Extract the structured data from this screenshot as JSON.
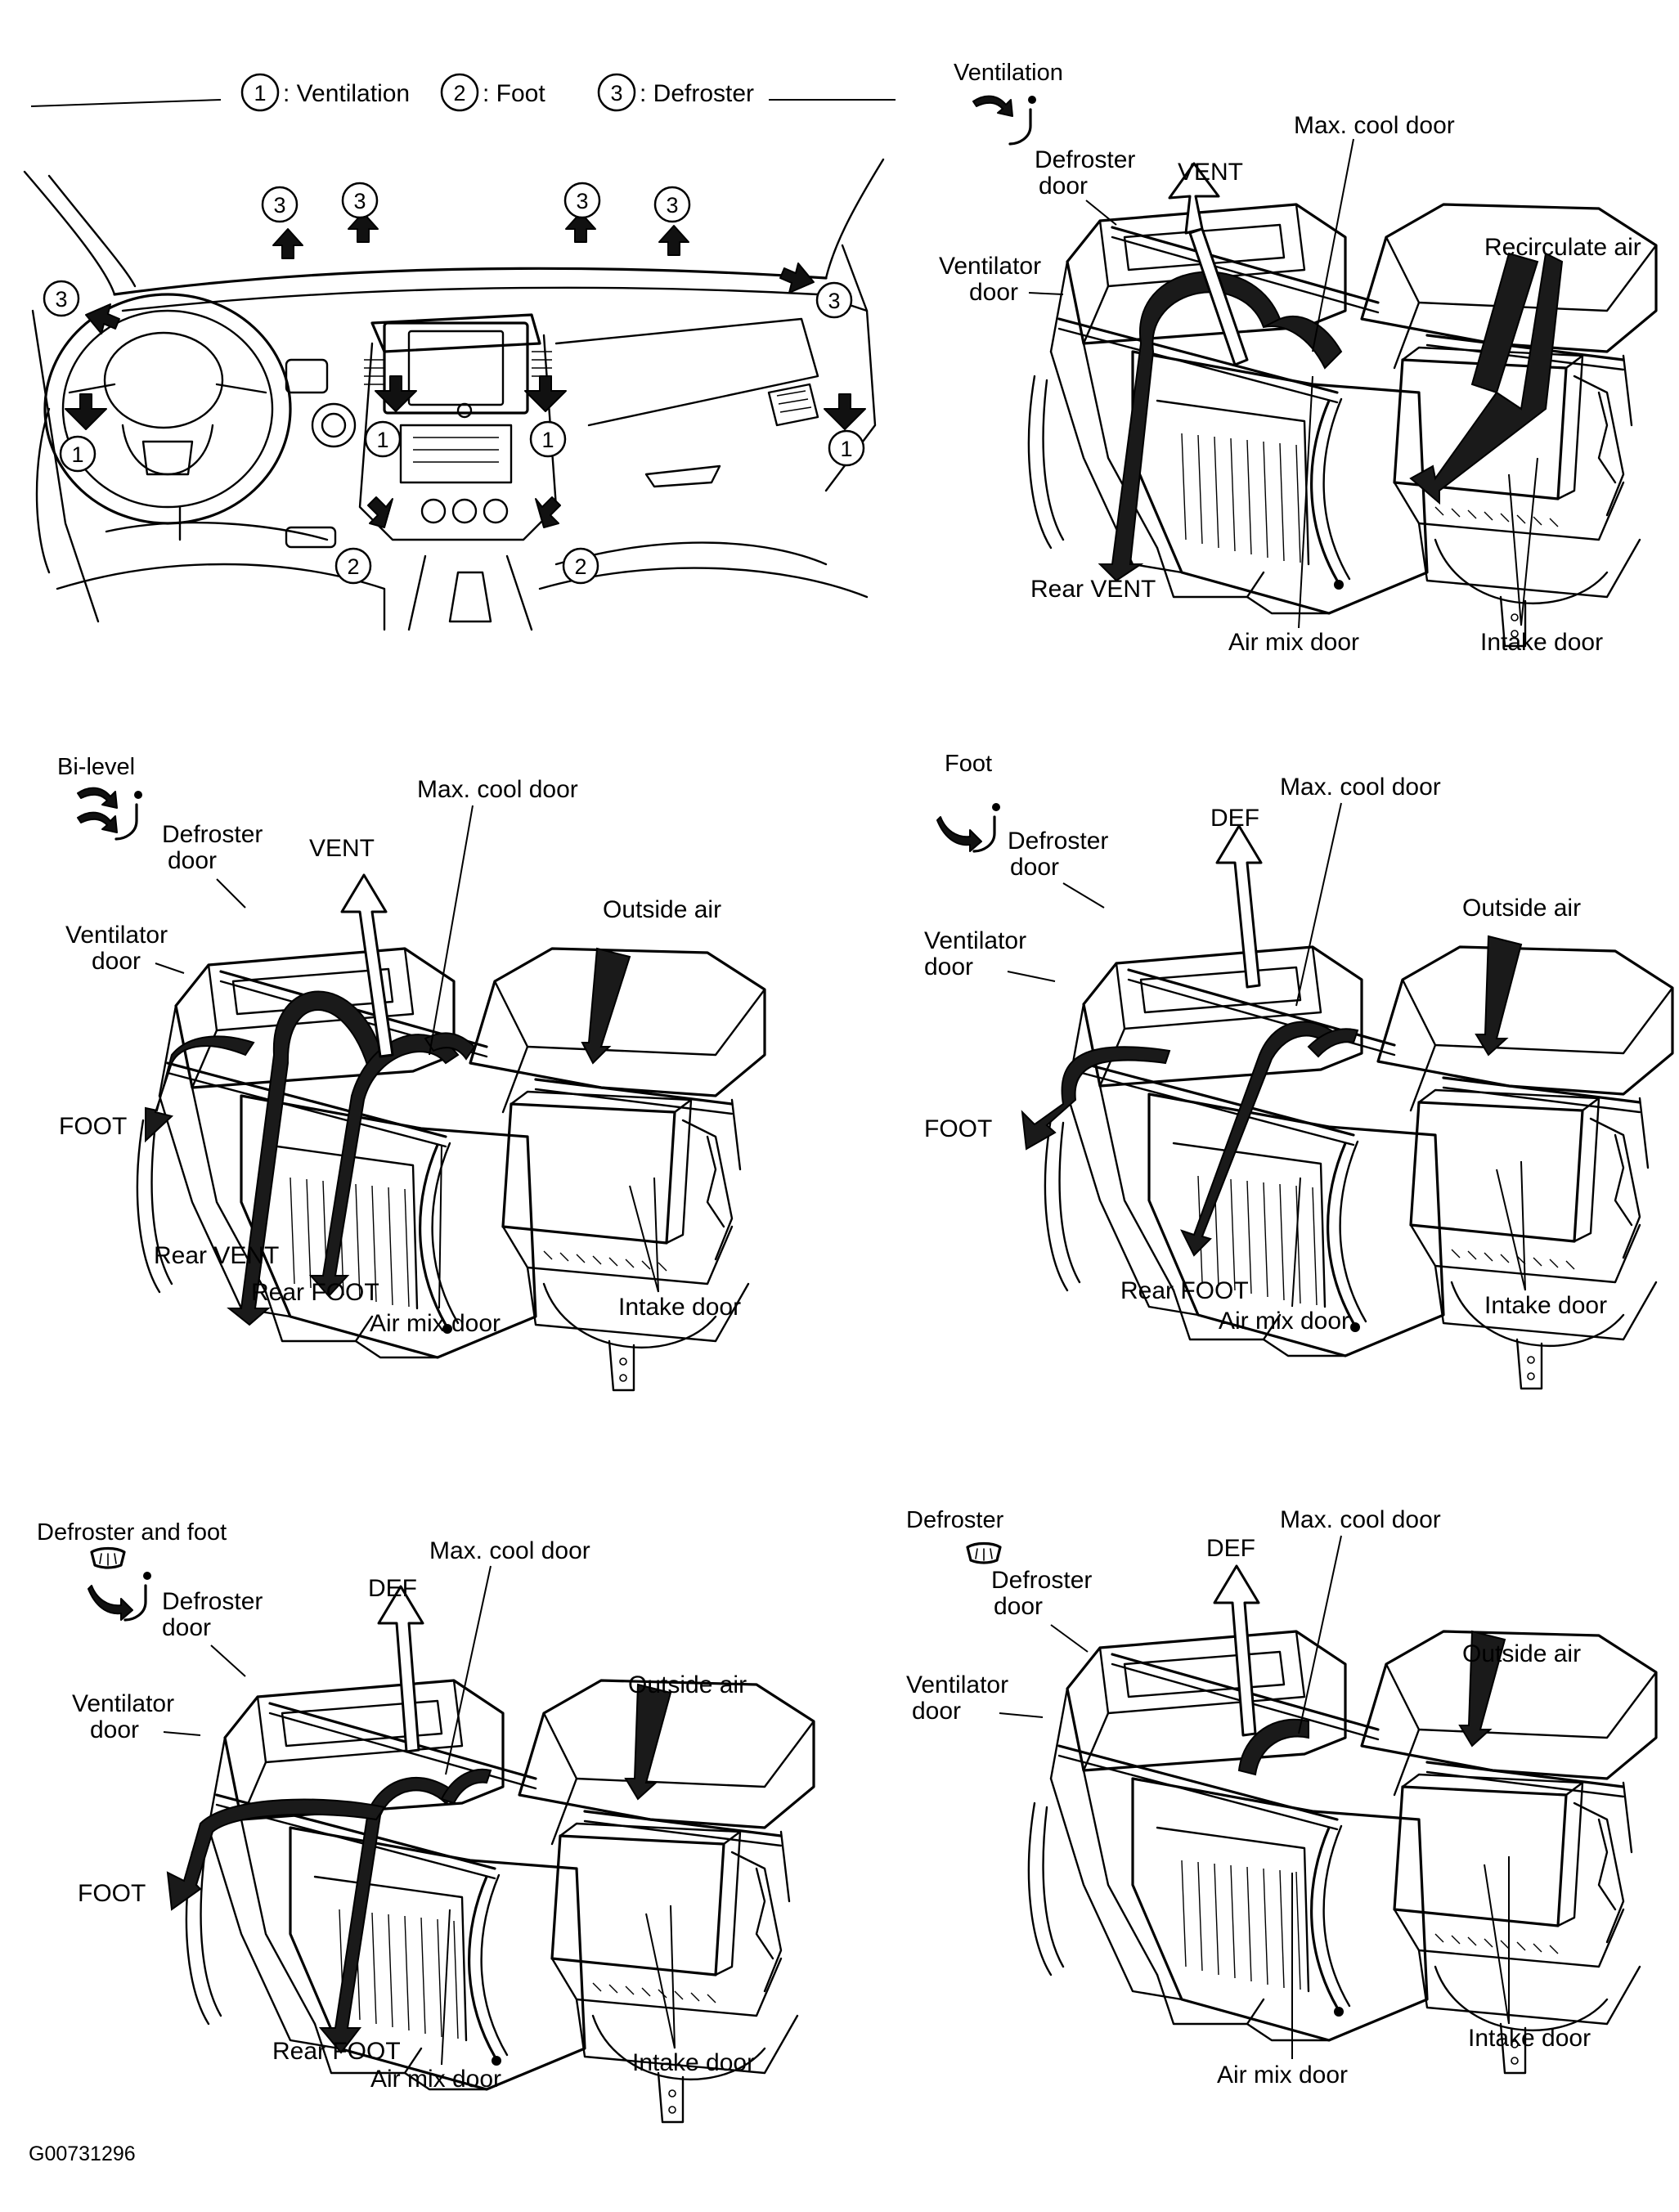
{
  "legend": {
    "item1": "1",
    "item1_label": ": Ventilation",
    "item2": "2",
    "item2_label": ": Foot",
    "item3": "3",
    "item3_label": ": Defroster"
  },
  "dashboard": {
    "outlet_labels": [
      "3",
      "3",
      "3",
      "3",
      "3",
      "3",
      "1",
      "1",
      "1",
      "1",
      "2",
      "2"
    ]
  },
  "panels": {
    "ventilation": {
      "mode": "Ventilation",
      "defroster_door": [
        "Defroster",
        "door"
      ],
      "ventilator_door": [
        "Ventilator",
        "door"
      ],
      "vent": "VENT",
      "max_cool_door": "Max. cool door",
      "air_source": "Recirculate air",
      "rear_vent": "Rear VENT",
      "air_mix_door": "Air mix door",
      "intake_door": "Intake door"
    },
    "bilevel": {
      "mode": "Bi-level",
      "defroster_door": [
        "Defroster",
        "door"
      ],
      "ventilator_door": [
        "Ventilator",
        "door"
      ],
      "vent": "VENT",
      "max_cool_door": "Max. cool door",
      "air_source": "Outside air",
      "foot": "FOOT",
      "rear_vent": "Rear VENT",
      "rear_foot": "Rear FOOT",
      "air_mix_door": "Air mix door",
      "intake_door": "Intake door"
    },
    "foot": {
      "mode": "Foot",
      "defroster_door": [
        "Defroster",
        "door"
      ],
      "ventilator_door": [
        "Ventilator",
        "door"
      ],
      "def": "DEF",
      "max_cool_door": "Max. cool door",
      "air_source": "Outside air",
      "foot": "FOOT",
      "rear_foot": "Rear FOOT",
      "air_mix_door": "Air mix door",
      "intake_door": "Intake door"
    },
    "def_foot": {
      "mode": "Defroster and foot",
      "defroster_door": [
        "Defroster",
        "door"
      ],
      "ventilator_door": [
        "Ventilator",
        "door"
      ],
      "def": "DEF",
      "max_cool_door": "Max. cool door",
      "air_source": "Outside air",
      "foot": "FOOT",
      "rear_foot": "Rear FOOT",
      "air_mix_door": "Air mix door",
      "intake_door": "Intake door"
    },
    "defroster": {
      "mode": "Defroster",
      "defroster_door": [
        "Defroster",
        "door"
      ],
      "ventilator_door": [
        "Ventilator",
        "door"
      ],
      "def": "DEF",
      "max_cool_door": "Max. cool door",
      "air_source": "Outside air",
      "air_mix_door": "Air mix door",
      "intake_door": "Intake door"
    }
  },
  "figure_code": "G00731296",
  "icons": [
    "ventilation-mode-icon",
    "bilevel-mode-icon",
    "foot-mode-icon",
    "defroster-foot-mode-icon",
    "defroster-mode-icon"
  ]
}
